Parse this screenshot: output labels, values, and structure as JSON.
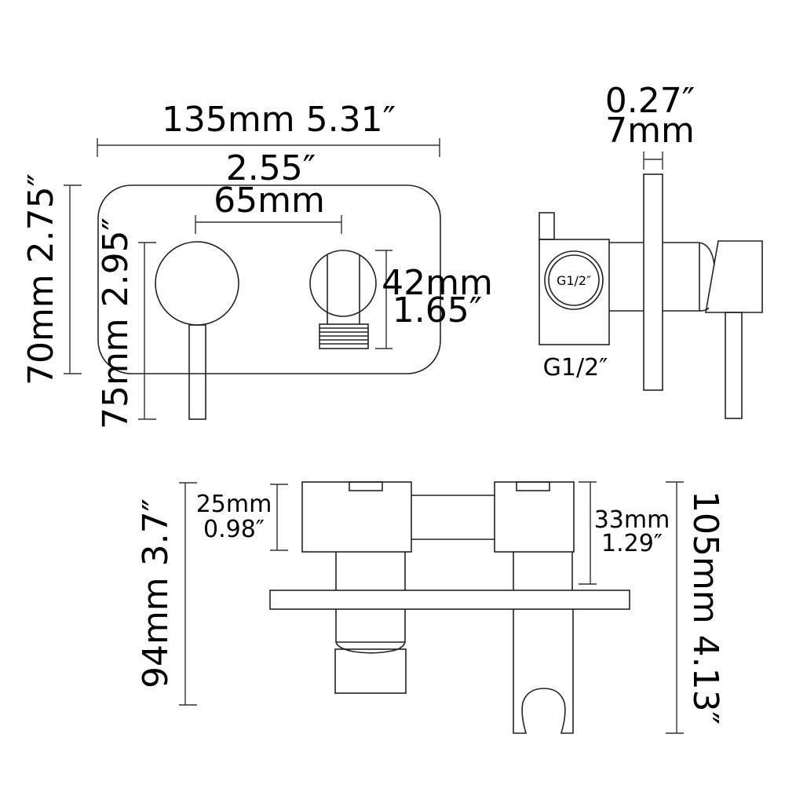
{
  "front_view": {
    "width_label": "135mm 5.31″",
    "height_label": "70mm 2.75″",
    "spacing_label_in": "2.55″",
    "spacing_label_mm": "65mm",
    "handle_height_label": "75mm 2.95″",
    "outlet_height_mm": "42mm",
    "outlet_height_in": "1.65″"
  },
  "side_view": {
    "plate_thickness_in": "0.27″",
    "plate_thickness_mm": "7mm",
    "inlet_inner_label": "G1/2″",
    "inlet_label": "G1/2″"
  },
  "top_view": {
    "total_depth_label": "94mm 3.7″",
    "valve_body_mm": "25mm",
    "valve_body_in": "0.98″",
    "outlet_body_mm": "33mm",
    "outlet_body_in": "1.29″",
    "overall_label": "105mm 4.13″"
  },
  "colors": {
    "line": "#222222",
    "background": "#ffffff",
    "text": "#000000"
  }
}
